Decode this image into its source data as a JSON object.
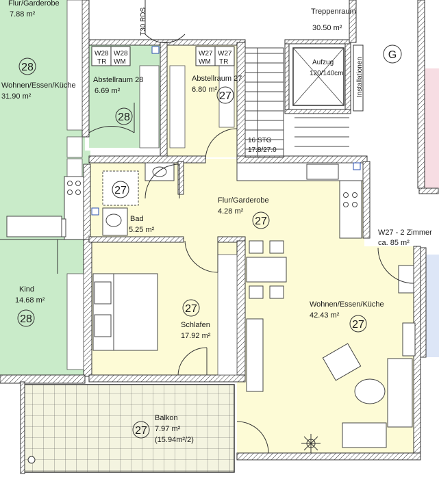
{
  "colors": {
    "green_unit": "#c9ebc9",
    "yellow_unit": "#fdfbd6",
    "balcony": "#f4f4e0",
    "pink_unit": "#f7dde3",
    "blue_unit": "#dde6f7",
    "wall": "#3a3a3a"
  },
  "rooms": {
    "flur_w28": {
      "name": "Flur/Garderobe",
      "area": "7.88 m²"
    },
    "wohnen_w28": {
      "unit": "28",
      "name": "Wohnen/Essen/Küche",
      "area": "31.90 m²"
    },
    "kind": {
      "name": "Kind",
      "area": "14.68 m²",
      "unit": "28"
    },
    "abstell28": {
      "name": "Abstellraum 28",
      "area": "6.69 m²",
      "unit": "28"
    },
    "abstell27": {
      "name": "Abstellraum 27",
      "area": "6.80 m²",
      "unit": "27"
    },
    "bad": {
      "name": "Bad",
      "area": "5.25 m²",
      "unit": "27"
    },
    "flur27": {
      "name": "Flur/Garderobe",
      "area": "4.28 m²",
      "unit": "27"
    },
    "schlafen": {
      "name": "Schlafen",
      "area": "17.92 m²",
      "unit": "27"
    },
    "wohnen27": {
      "name": "Wohnen/Essen/Küche",
      "area": "42.43 m²",
      "unit": "27"
    },
    "balkon": {
      "name": "Balkon",
      "area": "7.97 m²",
      "area_half": "(15.94m²/2)",
      "unit": "27"
    },
    "treppenraum": {
      "name": "Treppenraum",
      "area": "30.50 m²"
    }
  },
  "labels": {
    "t30": "T30 RDS",
    "w28_tr": "W28\nTR",
    "w28_wm": "W28\nWM",
    "w27_wm": "W27\nWM",
    "w27_tr": "W27\nTR",
    "stg": "16 STG",
    "stg_dim": "17.8/27.0",
    "aufzug": "Aufzug",
    "aufzug_dim": "120/140cm",
    "installationen": "Installationen",
    "g_marker": "G",
    "apartment": "W27 - 2 Zimmer",
    "apartment_area": "ca. 85 m²"
  }
}
